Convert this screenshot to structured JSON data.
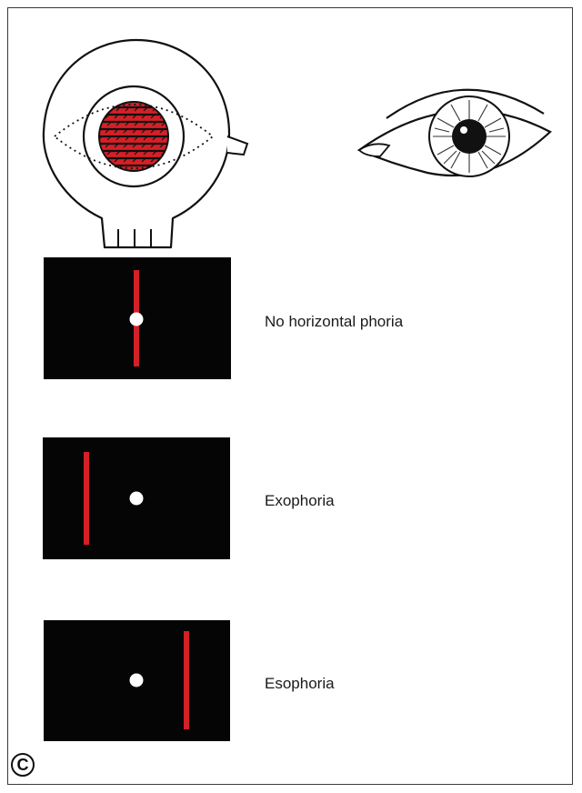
{
  "figure": {
    "panel_letter": "C",
    "rows": [
      {
        "label": "No horizontal phoria"
      },
      {
        "label": "Exophoria"
      },
      {
        "label": "Esophoria"
      }
    ]
  },
  "colors": {
    "maddox_red": "#d42027",
    "card_black": "#050505",
    "dot_white": "#ffffff"
  },
  "icons": [
    "maddox-rod-occluder-icon",
    "eye-icon"
  ]
}
